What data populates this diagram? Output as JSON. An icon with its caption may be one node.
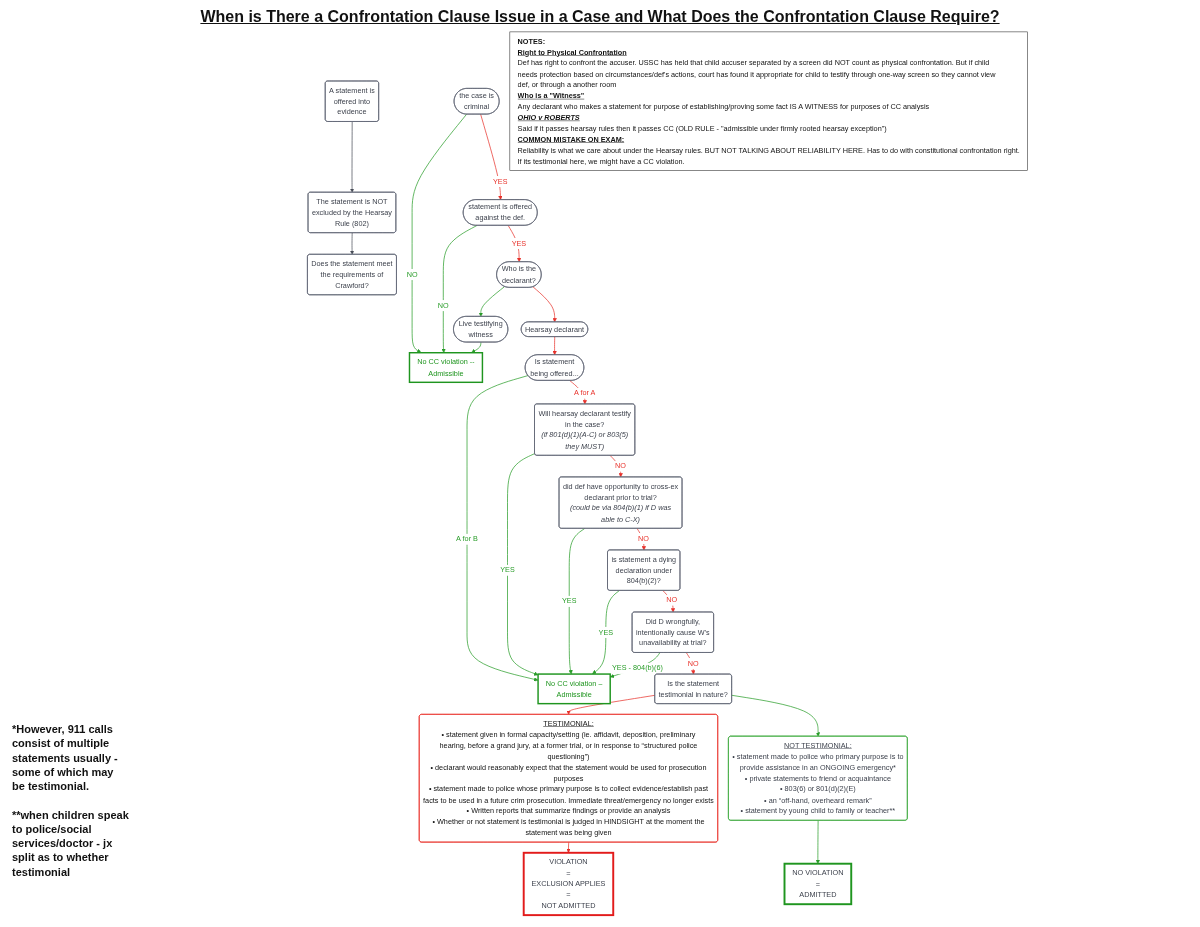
{
  "diagram": {
    "title": "When is There a Confrontation Clause Issue in a Case and What Does the Confrontation Clause Require?",
    "nodes": [
      {
        "text": [
          "A statement is offered into evidence"
        ]
      },
      {
        "text": [
          "The statement is NOT excluded by the Hearsay Rule (802)"
        ]
      },
      {
        "text": [
          "Does the statement meet the requirements of Crawford?"
        ]
      },
      {
        "text": [
          "No CC violation -- Admissible"
        ]
      },
      {
        "text": [
          "the case is criminal"
        ]
      },
      {
        "text": [
          "statement is offered against the def."
        ]
      },
      {
        "text": [
          "Who is the declarant?"
        ]
      },
      {
        "text": [
          "Live testifying witness"
        ]
      },
      {
        "text": [
          "Hearsay declarant"
        ]
      },
      {
        "text": [
          "Is statement being offered..."
        ]
      },
      {
        "text": [
          "Will hearsay declarant testify in the case?",
          "(if 801(d)(1)(A-C) or 803(5) they MUST)"
        ]
      },
      {
        "text": [
          "did def have opportunity to cross-ex declarant prior to trial?",
          "(could be via 804(b)(1) if D was able to C-X)"
        ]
      },
      {
        "text": [
          "is statement a dying declaration under 804(b)(2)?"
        ]
      },
      {
        "text": [
          "Did D wrongfully, intentionally cause W's unavailability at trial?"
        ]
      },
      {
        "text": [
          "No CC violation – Admissible"
        ]
      },
      {
        "text": [
          "Is the statement testimonial in nature?"
        ]
      },
      {
        "text": [
          "TESTIMONIAL:",
          "• statement given in formal capacity/setting (ie. affidavit, deposition, preliminary hearing, before a grand jury, at a former trial, or in response to “structured police questioning”)",
          "• declarant would reasonably expect that the statement would be used for prosecution purposes",
          "• statement made to police whose primary purpose is to collect evidence/establish past facts to be used in a future crim prosecution. Immediate threat/emergency no longer exists",
          "• Written reports that summarize findings or provide an analysis",
          "• Whether or not statement is testimonial is judged in HINDSIGHT at the moment the statement was being given"
        ]
      },
      {
        "text": [
          "NOT TESTIMONIAL:",
          "• statement made to police who primary purpose is to provide assistance in an ONGOING emergency*",
          "• private statements to friend or acquaintance",
          "• 803(6) or 801(d)(2)(E)",
          "• an “off-hand, overheard remark”",
          "• statement by young child to family or teacher**"
        ]
      },
      {
        "text": [
          "NO VIOLATION",
          "=",
          "ADMITTED"
        ]
      },
      {
        "text": [
          "VIOLATION",
          "=",
          "EXCLUSION APPLIES",
          "=",
          "NOT ADMITTED"
        ]
      },
      {
        "text": [
          "NOTES:",
          "Right to Physical Confrontation",
          "Def has right to confront the accuser. USSC has held that child accuser separated by a screen did NOT count as physical confrontation. But if child needs protection based on circumstances/def's actions, court has found it appropriate for child to testify through one-way screen so they cannot view def, or through a another room",
          "Who is a \"Witness\"",
          "Any declarant who makes a statement for purpose of establishing/proving some fact IS A WITNESS for purposes of CC analysis",
          "OHIO v ROBERTS",
          "Said if it passes hearsay rules then it passes CC (OLD RULE - \"admissible under firmly rooted hearsay exception\")",
          "COMMON MISTAKE ON EXAM:",
          "Reliability is what we care about under the Hearsay rules. BUT NOT TALKING ABOUT RELIABILITY HERE. Has to do with constitutional confrontation right. If its testimonial here, we might have a CC violation."
        ]
      }
    ],
    "edges": [
      {
        "from": 0,
        "to": 1,
        "arrow": "to"
      },
      {
        "from": 1,
        "to": 2,
        "arrow": "to"
      },
      {
        "from": 4,
        "to": 3,
        "arrow": "to",
        "label": "NO",
        "color": "#2a9d2a"
      },
      {
        "from": 5,
        "to": 3,
        "arrow": "to",
        "label": "NO",
        "color": "#2a9d2a"
      },
      {
        "from": 4,
        "to": 5,
        "arrow": "to",
        "label": "YES",
        "color": "#e8322b"
      },
      {
        "from": 5,
        "to": 6,
        "arrow": "to",
        "label": "YES",
        "color": "#e8322b"
      },
      {
        "from": 6,
        "to": 7,
        "arrow": "to",
        "color": "#2a9d2a"
      },
      {
        "from": 6,
        "to": 8,
        "arrow": "to",
        "color": "#e8322b"
      },
      {
        "from": 7,
        "to": 3,
        "arrow": "to",
        "color": "#2a9d2a"
      },
      {
        "from": 8,
        "to": 9,
        "arrow": "to",
        "color": "#e8322b"
      },
      {
        "from": 9,
        "to": 10,
        "arrow": "to",
        "label": "A for A",
        "color": "#e8322b"
      },
      {
        "from": 9,
        "to": 14,
        "arrow": "to",
        "label": "A for B",
        "color": "#2a9d2a"
      },
      {
        "from": 10,
        "to": 11,
        "arrow": "to",
        "label": "NO",
        "color": "#e8322b"
      },
      {
        "from": 10,
        "to": 14,
        "arrow": "to",
        "label": "YES",
        "color": "#2a9d2a"
      },
      {
        "from": 11,
        "to": 12,
        "arrow": "to",
        "label": "NO",
        "color": "#e8322b"
      },
      {
        "from": 11,
        "to": 14,
        "arrow": "to",
        "label": "YES",
        "color": "#2a9d2a"
      },
      {
        "from": 12,
        "to": 13,
        "arrow": "to",
        "label": "NO",
        "color": "#e8322b"
      },
      {
        "from": 12,
        "to": 14,
        "arrow": "to",
        "label": "YES",
        "color": "#2a9d2a"
      },
      {
        "from": 13,
        "to": 14,
        "arrow": "to",
        "label": "YES - 804(b)(6)",
        "color": "#2a9d2a"
      },
      {
        "from": 13,
        "to": 15,
        "arrow": "to",
        "label": "NO",
        "color": "#e8322b"
      },
      {
        "from": 15,
        "to": 16,
        "arrow": "to",
        "color": "#e8322b"
      },
      {
        "from": 15,
        "to": 17,
        "arrow": "to",
        "color": "#2a9d2a"
      },
      {
        "from": 17,
        "to": 18,
        "arrow": "to",
        "color": "#2a9d2a"
      },
      {
        "from": 16,
        "to": 19,
        "arrow": "to",
        "color": "#e8322b"
      }
    ],
    "labels": [
      "*However, 911 calls consist of multiple statements usually - some of which may be testimonial.",
      "**when children speak to police/social services/doctor - jx split as to whether testimonial"
    ]
  }
}
